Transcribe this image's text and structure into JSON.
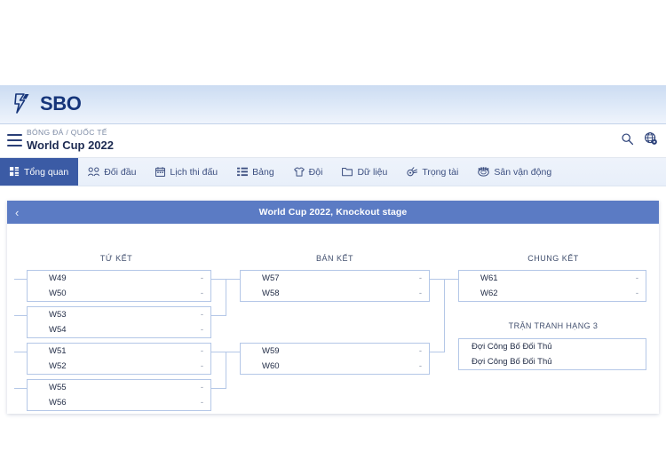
{
  "brand": {
    "name": "SBO",
    "logo_icon": "sbo-lightning-logo"
  },
  "header": {
    "menu_icon": "hamburger-menu-icon",
    "breadcrumb": "BÓNG ĐÁ / QUỐC TẾ",
    "title": "World Cup 2022",
    "search_icon": "search-icon",
    "globe_settings_icon": "globe-settings-icon"
  },
  "nav": {
    "tabs": [
      {
        "label": "Tổng quan",
        "icon": "grid-overview-icon",
        "active": true
      },
      {
        "label": "Đối đầu",
        "icon": "head-to-head-icon",
        "active": false
      },
      {
        "label": "Lịch thi đấu",
        "icon": "calendar-icon",
        "active": false
      },
      {
        "label": "Bảng",
        "icon": "standings-icon",
        "active": false
      },
      {
        "label": "Đội",
        "icon": "jersey-icon",
        "active": false
      },
      {
        "label": "Dữ liệu",
        "icon": "folder-icon",
        "active": false
      },
      {
        "label": "Trọng tài",
        "icon": "whistle-icon",
        "active": false
      },
      {
        "label": "Sân vận động",
        "icon": "stadium-icon",
        "active": false
      }
    ]
  },
  "bracket_panel": {
    "back_icon": "chevron-left-icon",
    "back_glyph": "‹",
    "title": "World Cup 2022, Knockout stage",
    "columns": {
      "quarterfinals": "TỨ KẾT",
      "semifinals": "BÁN KẾT",
      "final": "CHUNG KẾT"
    },
    "third_place_label": "TRẬN TRANH HẠNG 3",
    "quarterfinals": [
      {
        "home": "W49",
        "away": "W50",
        "home_score": "-",
        "away_score": "-"
      },
      {
        "home": "W53",
        "away": "W54",
        "home_score": "-",
        "away_score": "-"
      },
      {
        "home": "W51",
        "away": "W52",
        "home_score": "-",
        "away_score": "-"
      },
      {
        "home": "W55",
        "away": "W56",
        "home_score": "-",
        "away_score": "-"
      }
    ],
    "semifinals": [
      {
        "home": "W57",
        "away": "W58",
        "home_score": "-",
        "away_score": "-"
      },
      {
        "home": "W59",
        "away": "W60",
        "home_score": "-",
        "away_score": "-"
      }
    ],
    "final": [
      {
        "home": "W61",
        "away": "W62",
        "home_score": "-",
        "away_score": "-"
      }
    ],
    "third_place": [
      {
        "home": "Đợi Công Bố Đối Thủ",
        "away": "Đợi Công Bố Đối Thủ",
        "home_score": "",
        "away_score": ""
      }
    ]
  },
  "colors": {
    "brand_navy": "#16357a",
    "accent_blue": "#3b5ba5",
    "panel_header": "#5b7bc4",
    "line_blue": "#b4c7e7"
  }
}
